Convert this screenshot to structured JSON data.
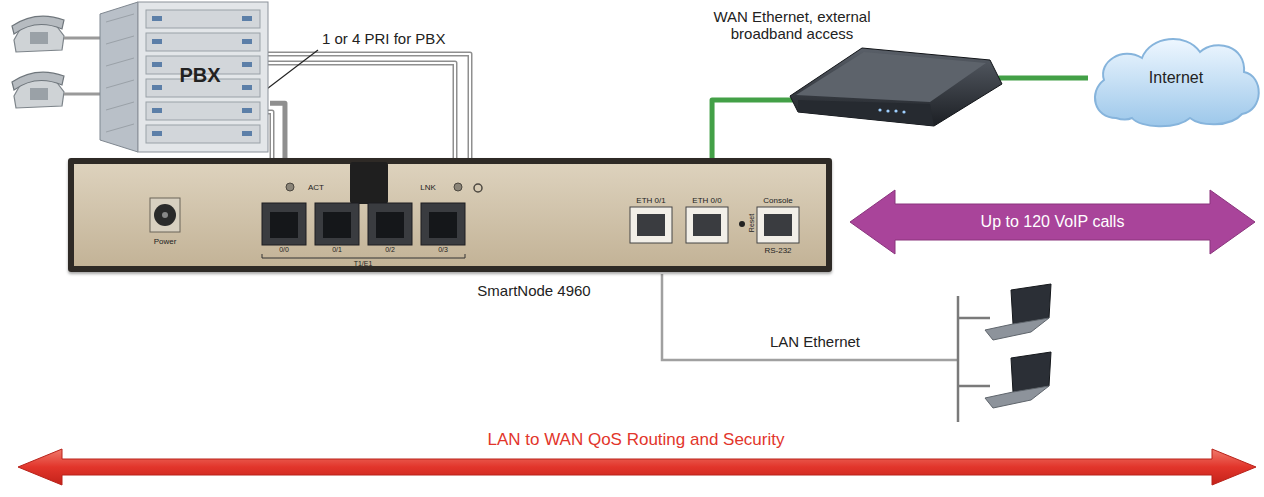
{
  "diagram": {
    "nodes": [
      {
        "text": [
          "PBX"
        ]
      },
      {
        "text": [
          "SmartNode 4960"
        ]
      },
      {
        "text": [
          "Internet"
        ]
      },
      {
        "text": [
          "Up to 120 VoIP calls"
        ]
      }
    ],
    "edges": [
      {
        "from": 0,
        "to": 1,
        "label": "1 or 4 PRI for PBX",
        "arrow": "none"
      },
      {
        "from": 1,
        "to": 2,
        "label": "WAN Ethernet, external broadband access",
        "arrow": "none"
      }
    ],
    "labels": [
      "ACT",
      "LNK",
      "ETH 0/1",
      "ETH 0/0",
      "Reset",
      "Console",
      "Power",
      "0/0",
      "0/1",
      "0/2",
      "0/3",
      "T1/E1",
      "RS-232",
      "LAN Ethernet",
      "LAN to WAN QoS Routing and Security"
    ]
  }
}
